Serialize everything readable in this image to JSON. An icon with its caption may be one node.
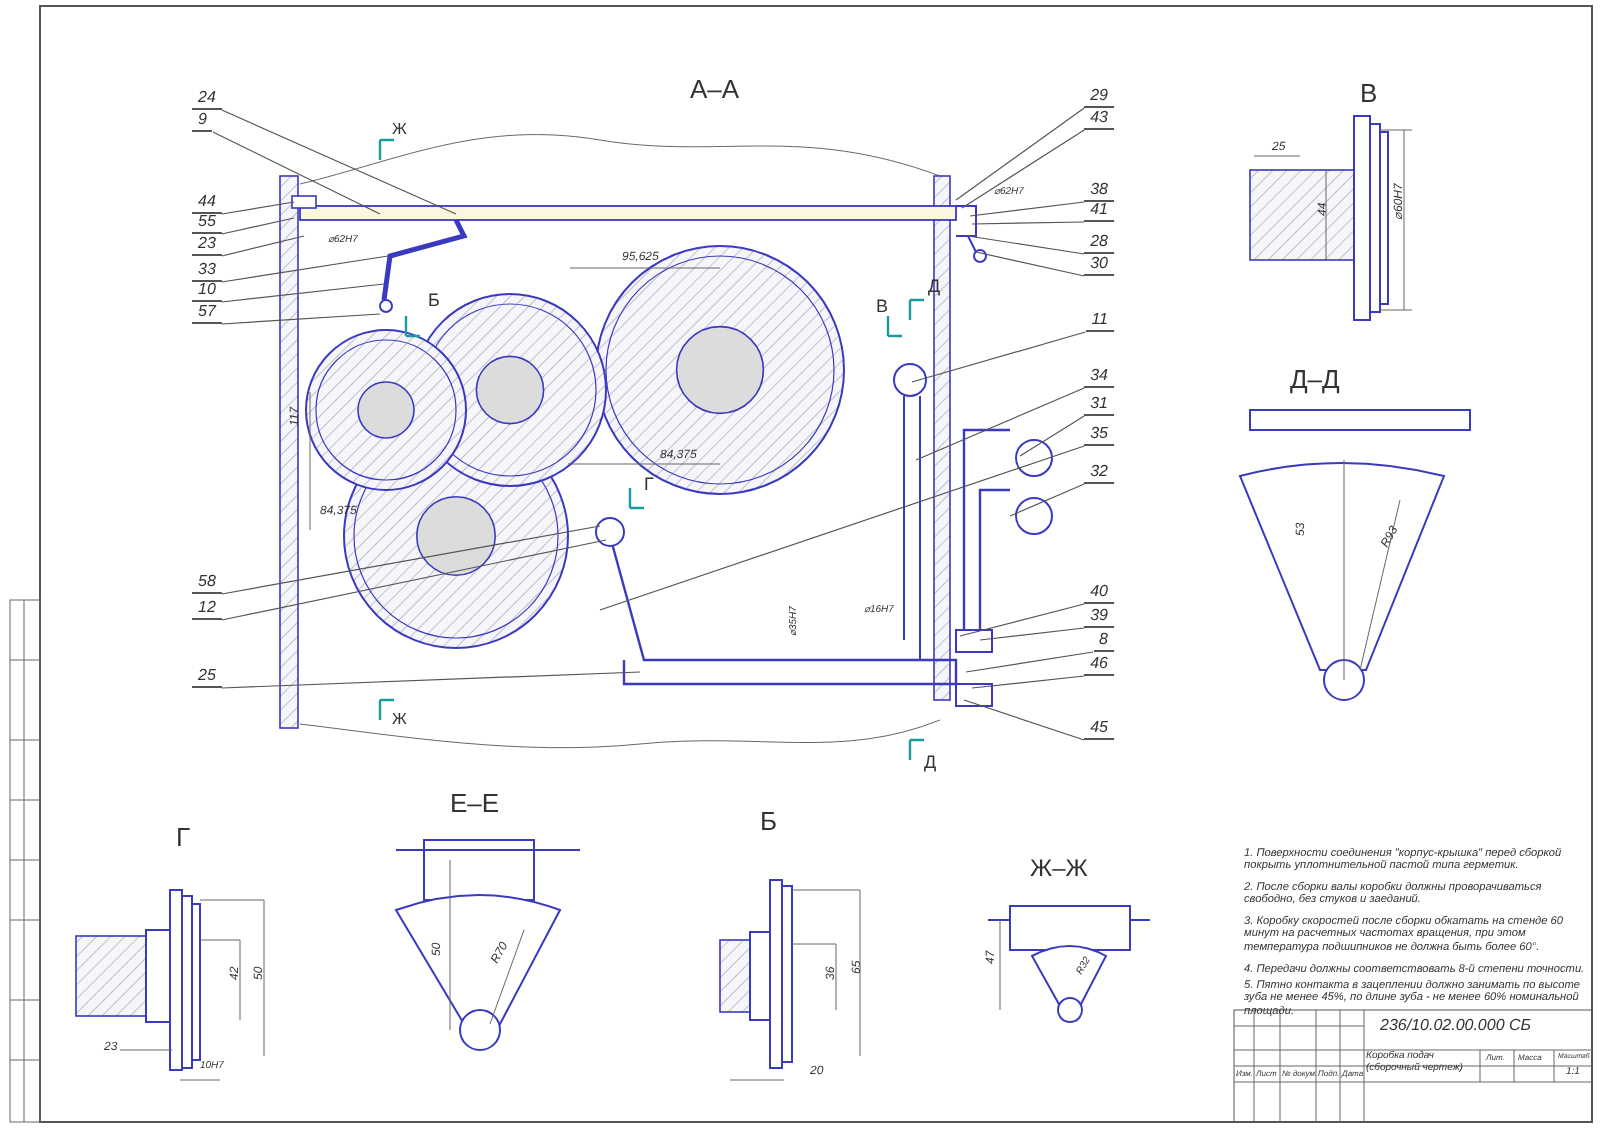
{
  "diagram": {
    "nodes": [
      {
        "text": [
          "24"
        ]
      },
      {
        "text": [
          "9"
        ]
      },
      {
        "text": [
          "44"
        ]
      },
      {
        "text": [
          "55"
        ]
      },
      {
        "text": [
          "23"
        ]
      },
      {
        "text": [
          "33"
        ]
      },
      {
        "text": [
          "10"
        ]
      },
      {
        "text": [
          "57"
        ]
      },
      {
        "text": [
          "58"
        ]
      },
      {
        "text": [
          "12"
        ]
      },
      {
        "text": [
          "25"
        ]
      },
      {
        "text": [
          "29"
        ]
      },
      {
        "text": [
          "43"
        ]
      },
      {
        "text": [
          "38"
        ]
      },
      {
        "text": [
          "41"
        ]
      },
      {
        "text": [
          "28"
        ]
      },
      {
        "text": [
          "30"
        ]
      },
      {
        "text": [
          "11"
        ]
      },
      {
        "text": [
          "34"
        ]
      },
      {
        "text": [
          "31"
        ]
      },
      {
        "text": [
          "35"
        ]
      },
      {
        "text": [
          "32"
        ]
      },
      {
        "text": [
          "40"
        ]
      },
      {
        "text": [
          "39"
        ]
      },
      {
        "text": [
          "8"
        ]
      },
      {
        "text": [
          "46"
        ]
      },
      {
        "text": [
          "45"
        ]
      }
    ],
    "edges": [
      {
        "from": 0,
        "to": null,
        "arrow": "none"
      },
      {
        "from": 1,
        "to": null,
        "arrow": "none"
      },
      {
        "from": 2,
        "to": null,
        "arrow": "none"
      },
      {
        "from": 3,
        "to": null,
        "arrow": "none"
      },
      {
        "from": 4,
        "to": null,
        "arrow": "none"
      },
      {
        "from": 5,
        "to": null,
        "arrow": "none"
      },
      {
        "from": 6,
        "to": null,
        "arrow": "none"
      },
      {
        "from": 7,
        "to": null,
        "arrow": "none"
      },
      {
        "from": 8,
        "to": null,
        "arrow": "none"
      },
      {
        "from": 9,
        "to": null,
        "arrow": "none"
      },
      {
        "from": 10,
        "to": null,
        "arrow": "none"
      },
      {
        "from": 11,
        "to": null,
        "arrow": "none"
      },
      {
        "from": 12,
        "to": null,
        "arrow": "none"
      },
      {
        "from": 13,
        "to": null,
        "arrow": "none"
      },
      {
        "from": 14,
        "to": null,
        "arrow": "none"
      },
      {
        "from": 15,
        "to": null,
        "arrow": "none"
      },
      {
        "from": 16,
        "to": null,
        "arrow": "none"
      },
      {
        "from": 17,
        "to": null,
        "arrow": "none"
      },
      {
        "from": 18,
        "to": null,
        "arrow": "none"
      },
      {
        "from": 19,
        "to": null,
        "arrow": "none"
      },
      {
        "from": 20,
        "to": null,
        "arrow": "none"
      },
      {
        "from": 21,
        "to": null,
        "arrow": "none"
      },
      {
        "from": 22,
        "to": null,
        "arrow": "none"
      },
      {
        "from": 23,
        "to": null,
        "arrow": "none"
      },
      {
        "from": 24,
        "to": null,
        "arrow": "none"
      },
      {
        "from": 25,
        "to": null,
        "arrow": "none"
      },
      {
        "from": 26,
        "to": null,
        "arrow": "none"
      }
    ],
    "labels": [
      "А–А",
      "Ж",
      "Б",
      "В",
      "Д",
      "Г",
      "Ж",
      "Д",
      "95,625",
      "84,375",
      "84,375",
      "117",
      "⌀62H7",
      "⌀62H7",
      "⌀35H7",
      "⌀16H7",
      "В",
      "25",
      "44",
      "⌀60H7",
      "Д–Д",
      "53",
      "R93",
      "Г",
      "42",
      "50",
      "23",
      "10H7",
      "Е–Е",
      "50",
      "R70",
      "Б",
      "36",
      "65",
      "20",
      "Ж–Ж",
      "47",
      "R32",
      "1. Поверхности соединения \"корпус-крышка\" перед сборкой покрыть уплотнительной пастой типа герметик.",
      "2. После сборки валы коробки должны проворачиваться свободно, без стуков и заеданий.",
      "3. Коробку скоростей после сборки обкатать на стенде 60 минут на расчетных частотах вращения, при этом температура подшипников не должна быть более 60°.",
      "4. Передачи должны соответствовать 8-й степени точности.",
      "5. Пятно контакта в зацеплении должно занимать по высоте зуба не менее 45%, по длине зуба - не менее 60% номинальной площади.",
      "236/10.02.00.000 СБ",
      "Коробка подач (сборочный чертеж)",
      "Изм.",
      "Лист",
      "№ докум.",
      "Подп.",
      "Дата",
      "Лит.",
      "Масса",
      "Масштаб",
      "1:1"
    ]
  }
}
